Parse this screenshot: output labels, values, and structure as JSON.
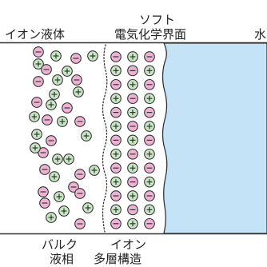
{
  "labels": {
    "ionic_liquid": "イオン液体",
    "interface_top": "ソフト",
    "interface_bottom": "電気化学界面",
    "water": "水",
    "bulk_top": "バルク",
    "bulk_bottom": "液相",
    "layer_top": "イオン",
    "layer_bottom": "多層構造"
  },
  "colors": {
    "cation_fill": "#c8e8c4",
    "anion_fill": "#eeb2d3",
    "water_fill": "#c4e3f6",
    "line": "#333333"
  },
  "ions": {
    "bulk": [
      "-",
      "+",
      "-",
      "+",
      "+",
      "-",
      "+",
      "-",
      "+",
      "-",
      "+",
      "+",
      "-",
      "+",
      "-",
      "+",
      "-",
      "+",
      "-",
      "+",
      "-",
      "+",
      "-",
      "+",
      "+",
      "-",
      "+",
      "+",
      "-",
      "+",
      "-",
      "-",
      "+",
      "-",
      "-",
      "+",
      "+",
      "+",
      "-"
    ],
    "layer_rows": [
      [
        "-",
        "+",
        "-"
      ],
      [
        "+",
        "-",
        "+"
      ],
      [
        "-",
        "+",
        "-"
      ],
      [
        "+",
        "-",
        "+"
      ],
      [
        "-",
        "+",
        "-"
      ],
      [
        "+",
        "-",
        "+"
      ],
      [
        "-",
        "+",
        "-"
      ],
      [
        "+",
        "-",
        "+"
      ],
      [
        "-",
        "+",
        "-"
      ],
      [
        "+",
        "-",
        "+"
      ],
      [
        "-",
        "+",
        "-"
      ],
      [
        "+",
        "-",
        "+"
      ],
      [
        "-",
        "+",
        "-"
      ]
    ]
  }
}
